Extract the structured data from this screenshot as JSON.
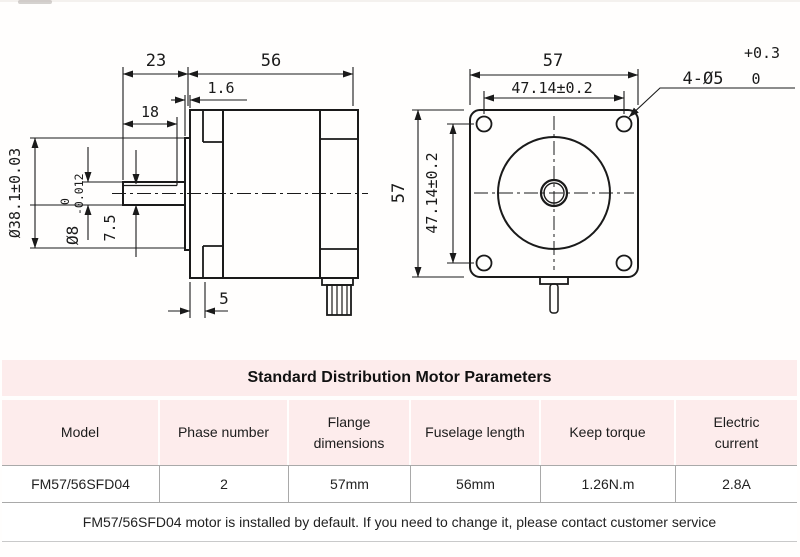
{
  "drawing": {
    "side": {
      "shaft_len": "23",
      "body_len": "56",
      "boss_thick": "1.6",
      "flat_len": "18",
      "boss_dia": "Ø38.1±0.03",
      "shaft_dia": "Ø8",
      "shaft_tol_up": "0",
      "shaft_tol_low": "-0.012",
      "flat_dim": "7.5",
      "flange_thick": "5"
    },
    "front": {
      "width": "57",
      "hole_span_h": "47.14±0.2",
      "height": "57",
      "hole_span_v": "47.14±0.2",
      "holes": "4-Ø5",
      "holes_tol_up": "+0.3",
      "holes_tol_low": "0"
    }
  },
  "table": {
    "title": "Standard Distribution Motor Parameters",
    "columns": [
      "Model",
      "Phase number",
      "Flange dimensions",
      "Fuselage length",
      "Keep torque",
      "Electric current"
    ],
    "rows": [
      [
        "FM57/56SFD04",
        "2",
        "57mm",
        "56mm",
        "1.26N.m",
        "2.8A"
      ]
    ],
    "note": "FM57/56SFD04 motor is installed by default. If you need to change it, please contact customer service"
  },
  "colors": {
    "table_header_bg": "#fdecec",
    "grid_line": "#a9a9a9",
    "drawing_line": "#1a1a1a",
    "background": "#fffefd"
  }
}
